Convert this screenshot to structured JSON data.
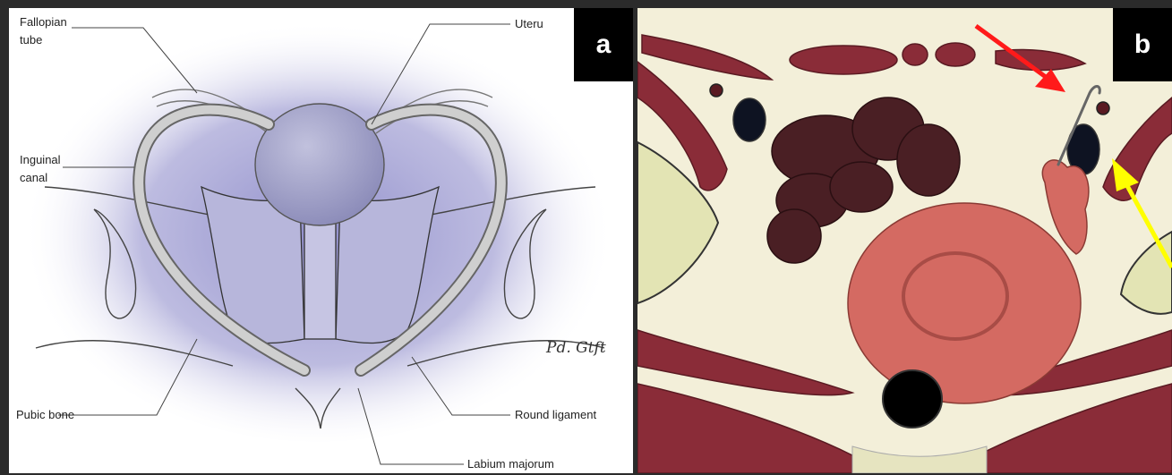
{
  "panels": {
    "a": {
      "tag": "a"
    },
    "b": {
      "tag": "b"
    }
  },
  "labels": {
    "fallopian_tube_1": "Fallopian",
    "fallopian_tube_2": "tube",
    "uterus": "Uteru",
    "inguinal_canal_1": "Inguinal",
    "inguinal_canal_2": "canal",
    "pubic_bone": "Pubic bone",
    "round_ligament": "Round ligament",
    "labium_majorum": "Labium majorum"
  },
  "colors": {
    "halo": "#9a98cf",
    "uterus": "#9a9ac2",
    "ligament": "#aaaaaa",
    "muscle": "#8a2c38",
    "fat": "#f3efd9",
    "bowel": "#4a1f24",
    "bladder": "#d46a62",
    "vessel": "#0e1322",
    "arrow_red": "#ff1a1a",
    "arrow_yellow": "#ffff00"
  }
}
